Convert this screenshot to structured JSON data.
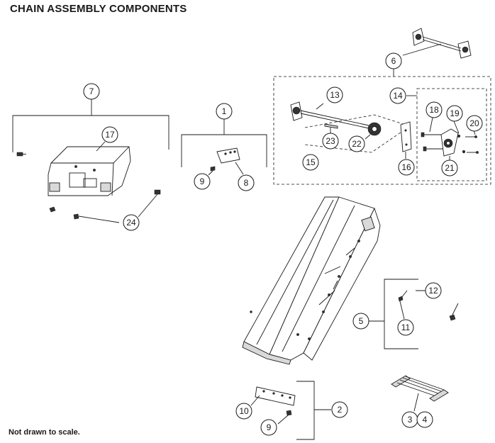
{
  "page": {
    "title": "CHAIN ASSEMBLY COMPONENTS",
    "footnote": "Not drawn to scale."
  },
  "callouts": [
    "1",
    "2",
    "3",
    "4",
    "5",
    "6",
    "7",
    "8",
    "9",
    "9",
    "10",
    "11",
    "12",
    "13",
    "14",
    "15",
    "16",
    "17",
    "18",
    "19",
    "20",
    "21",
    "22",
    "23",
    "24"
  ],
  "colors": {
    "ink": "#1a1a1a",
    "fill_light": "#d9d9d9",
    "background": "#ffffff"
  }
}
